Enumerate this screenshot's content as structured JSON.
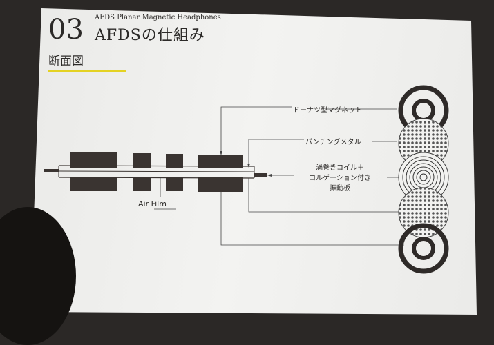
{
  "slide": {
    "number": "03",
    "subtitle": "AFDS Planar Magnetic Headphones",
    "title": "AFDSの仕組み",
    "section": "断面図",
    "accent_color": "#e4d223"
  },
  "diagram": {
    "air_film_label": "Air Film",
    "labels": {
      "magnet": "ドーナツ型マグネット",
      "punching_metal": "パンチングメタル",
      "diaphragm_line1": "渦巻きコイル＋",
      "diaphragm_line2": "コルゲーション付き",
      "diaphragm_line3": "振動板"
    }
  }
}
